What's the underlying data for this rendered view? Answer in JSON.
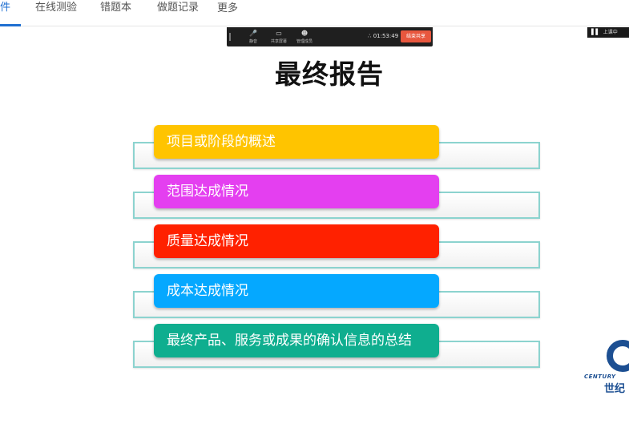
{
  "tabs": [
    {
      "label": "件",
      "active": true
    },
    {
      "label": "在线测验",
      "active": false
    },
    {
      "label": "错题本",
      "active": false
    },
    {
      "label": "做题记录",
      "active": false
    },
    {
      "label": "更多",
      "active": false
    }
  ],
  "meeting_toolbar": {
    "buttons": [
      {
        "icon": "mic-icon",
        "label": "静音"
      },
      {
        "icon": "screen-share-icon",
        "label": "共享屏幕"
      },
      {
        "icon": "members-icon",
        "label": "管理成员"
      }
    ],
    "timer": "01:53:49",
    "end_label": "结束共享"
  },
  "live_badge": {
    "label": "上课中"
  },
  "slide": {
    "title": "最终报告",
    "items": [
      {
        "label": "项目或阶段的概述",
        "color": "#ffc400"
      },
      {
        "label": "范围达成情况",
        "color": "#e43ff0"
      },
      {
        "label": "质量达成情况",
        "color": "#ff2100"
      },
      {
        "label": "成本达成情况",
        "color": "#05a8ff"
      },
      {
        "label": "最终产品、服务或成果的确认信息的总结",
        "color": "#0fae8f"
      }
    ]
  },
  "logo": {
    "text_en": "CENTURY",
    "text_cn": "世纪",
    "color": "#1c4f92"
  }
}
